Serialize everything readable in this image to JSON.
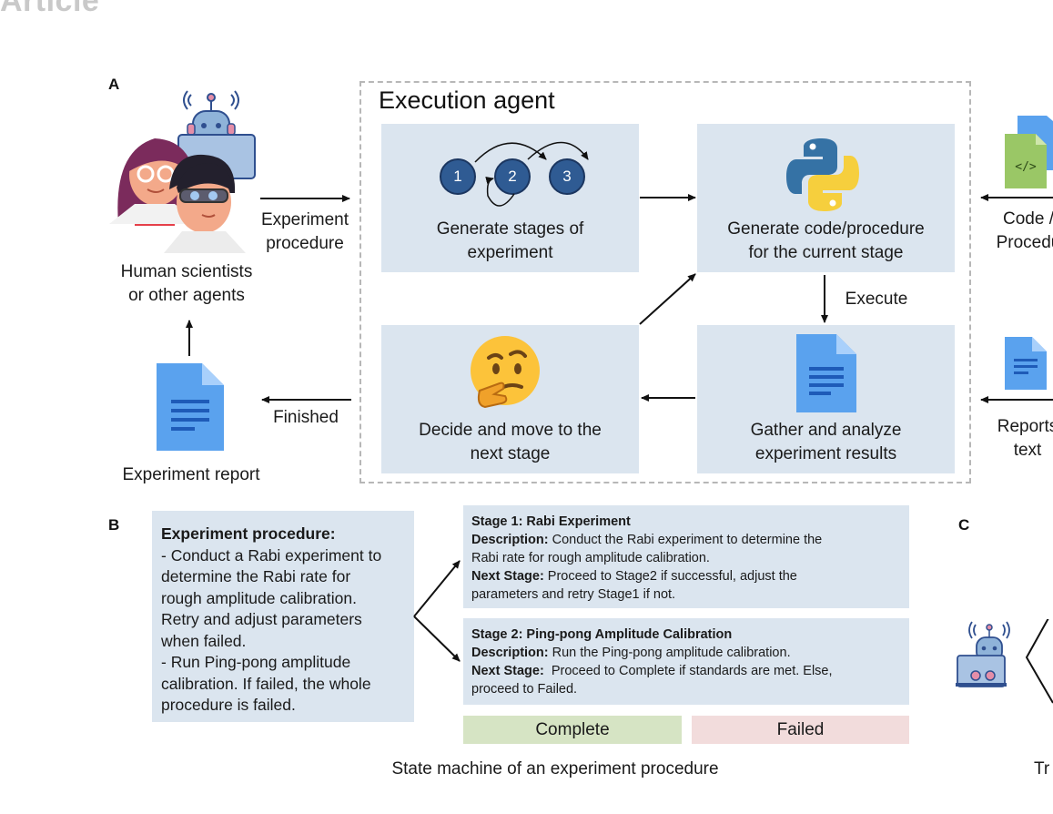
{
  "header": {
    "title": "Article"
  },
  "panels": {
    "a": "A",
    "b": "B",
    "c": "C"
  },
  "panel_a": {
    "human_label": [
      "Human scientists",
      "or other agents"
    ],
    "input_label": [
      "Experiment",
      "procedure"
    ],
    "finished_label": "Finished",
    "report_label": "Experiment report",
    "execution_title": "Execution agent",
    "stages_node_labels": [
      "1",
      "2",
      "3"
    ],
    "generate_stages": [
      "Generate stages of",
      "experiment"
    ],
    "generate_code": [
      "Generate code/procedure",
      "for the current stage"
    ],
    "execute_label": "Execute",
    "decide": [
      "Decide and move to the",
      "next stage"
    ],
    "gather": [
      "Gather and analyze",
      "experiment results"
    ],
    "right_code_label": [
      "Code /",
      "Procedu"
    ],
    "right_reports_label": [
      "Reports",
      "text"
    ],
    "code_icon_text": "</>"
  },
  "panel_b": {
    "procedure_title": "Experiment procedure:",
    "procedure_lines": [
      "- Conduct a Rabi experiment to",
      "determine the Rabi rate for",
      "rough amplitude calibration.",
      "Retry and adjust parameters",
      "when failed.",
      "- Run Ping-pong amplitude",
      "calibration. If failed, the whole",
      "procedure is failed."
    ],
    "stage1": {
      "title": "Stage 1: Rabi Experiment",
      "desc_label": "Description:",
      "desc_line1": " Conduct the Rabi experiment to determine the",
      "desc_line2": "Rabi rate for rough amplitude calibration.",
      "next_label": "Next Stage:",
      "next_line1": " Proceed to Stage2 if successful, adjust the",
      "next_line2": "parameters and retry Stage1 if not."
    },
    "stage2": {
      "title": "Stage 2: Ping-pong Amplitude Calibration",
      "desc_label": "Description:",
      "desc_line1": " Run the Ping-pong amplitude calibration.",
      "next_label": "Next Stage:",
      "next_line1": "  Proceed to Complete if standards are met. Else,",
      "next_line2": "proceed to Failed."
    },
    "complete_label": "Complete",
    "failed_label": "Failed",
    "caption": "State machine of an experiment procedure"
  },
  "panel_c": {
    "caption_fragment": "Tr"
  },
  "colors": {
    "box_fill": "#dbe5ef",
    "complete_fill": "#d6e4c4",
    "failed_fill": "#f2dcdc",
    "node_fill": "#2f5b93",
    "doc_blue": "#5aa2ee",
    "python_blue": "#3572a5",
    "python_yellow": "#f6cf3d"
  },
  "icons": [
    "robot-icon",
    "scientists-icon",
    "document-icon",
    "python-logo-icon",
    "thinking-face-icon",
    "code-file-icon"
  ]
}
